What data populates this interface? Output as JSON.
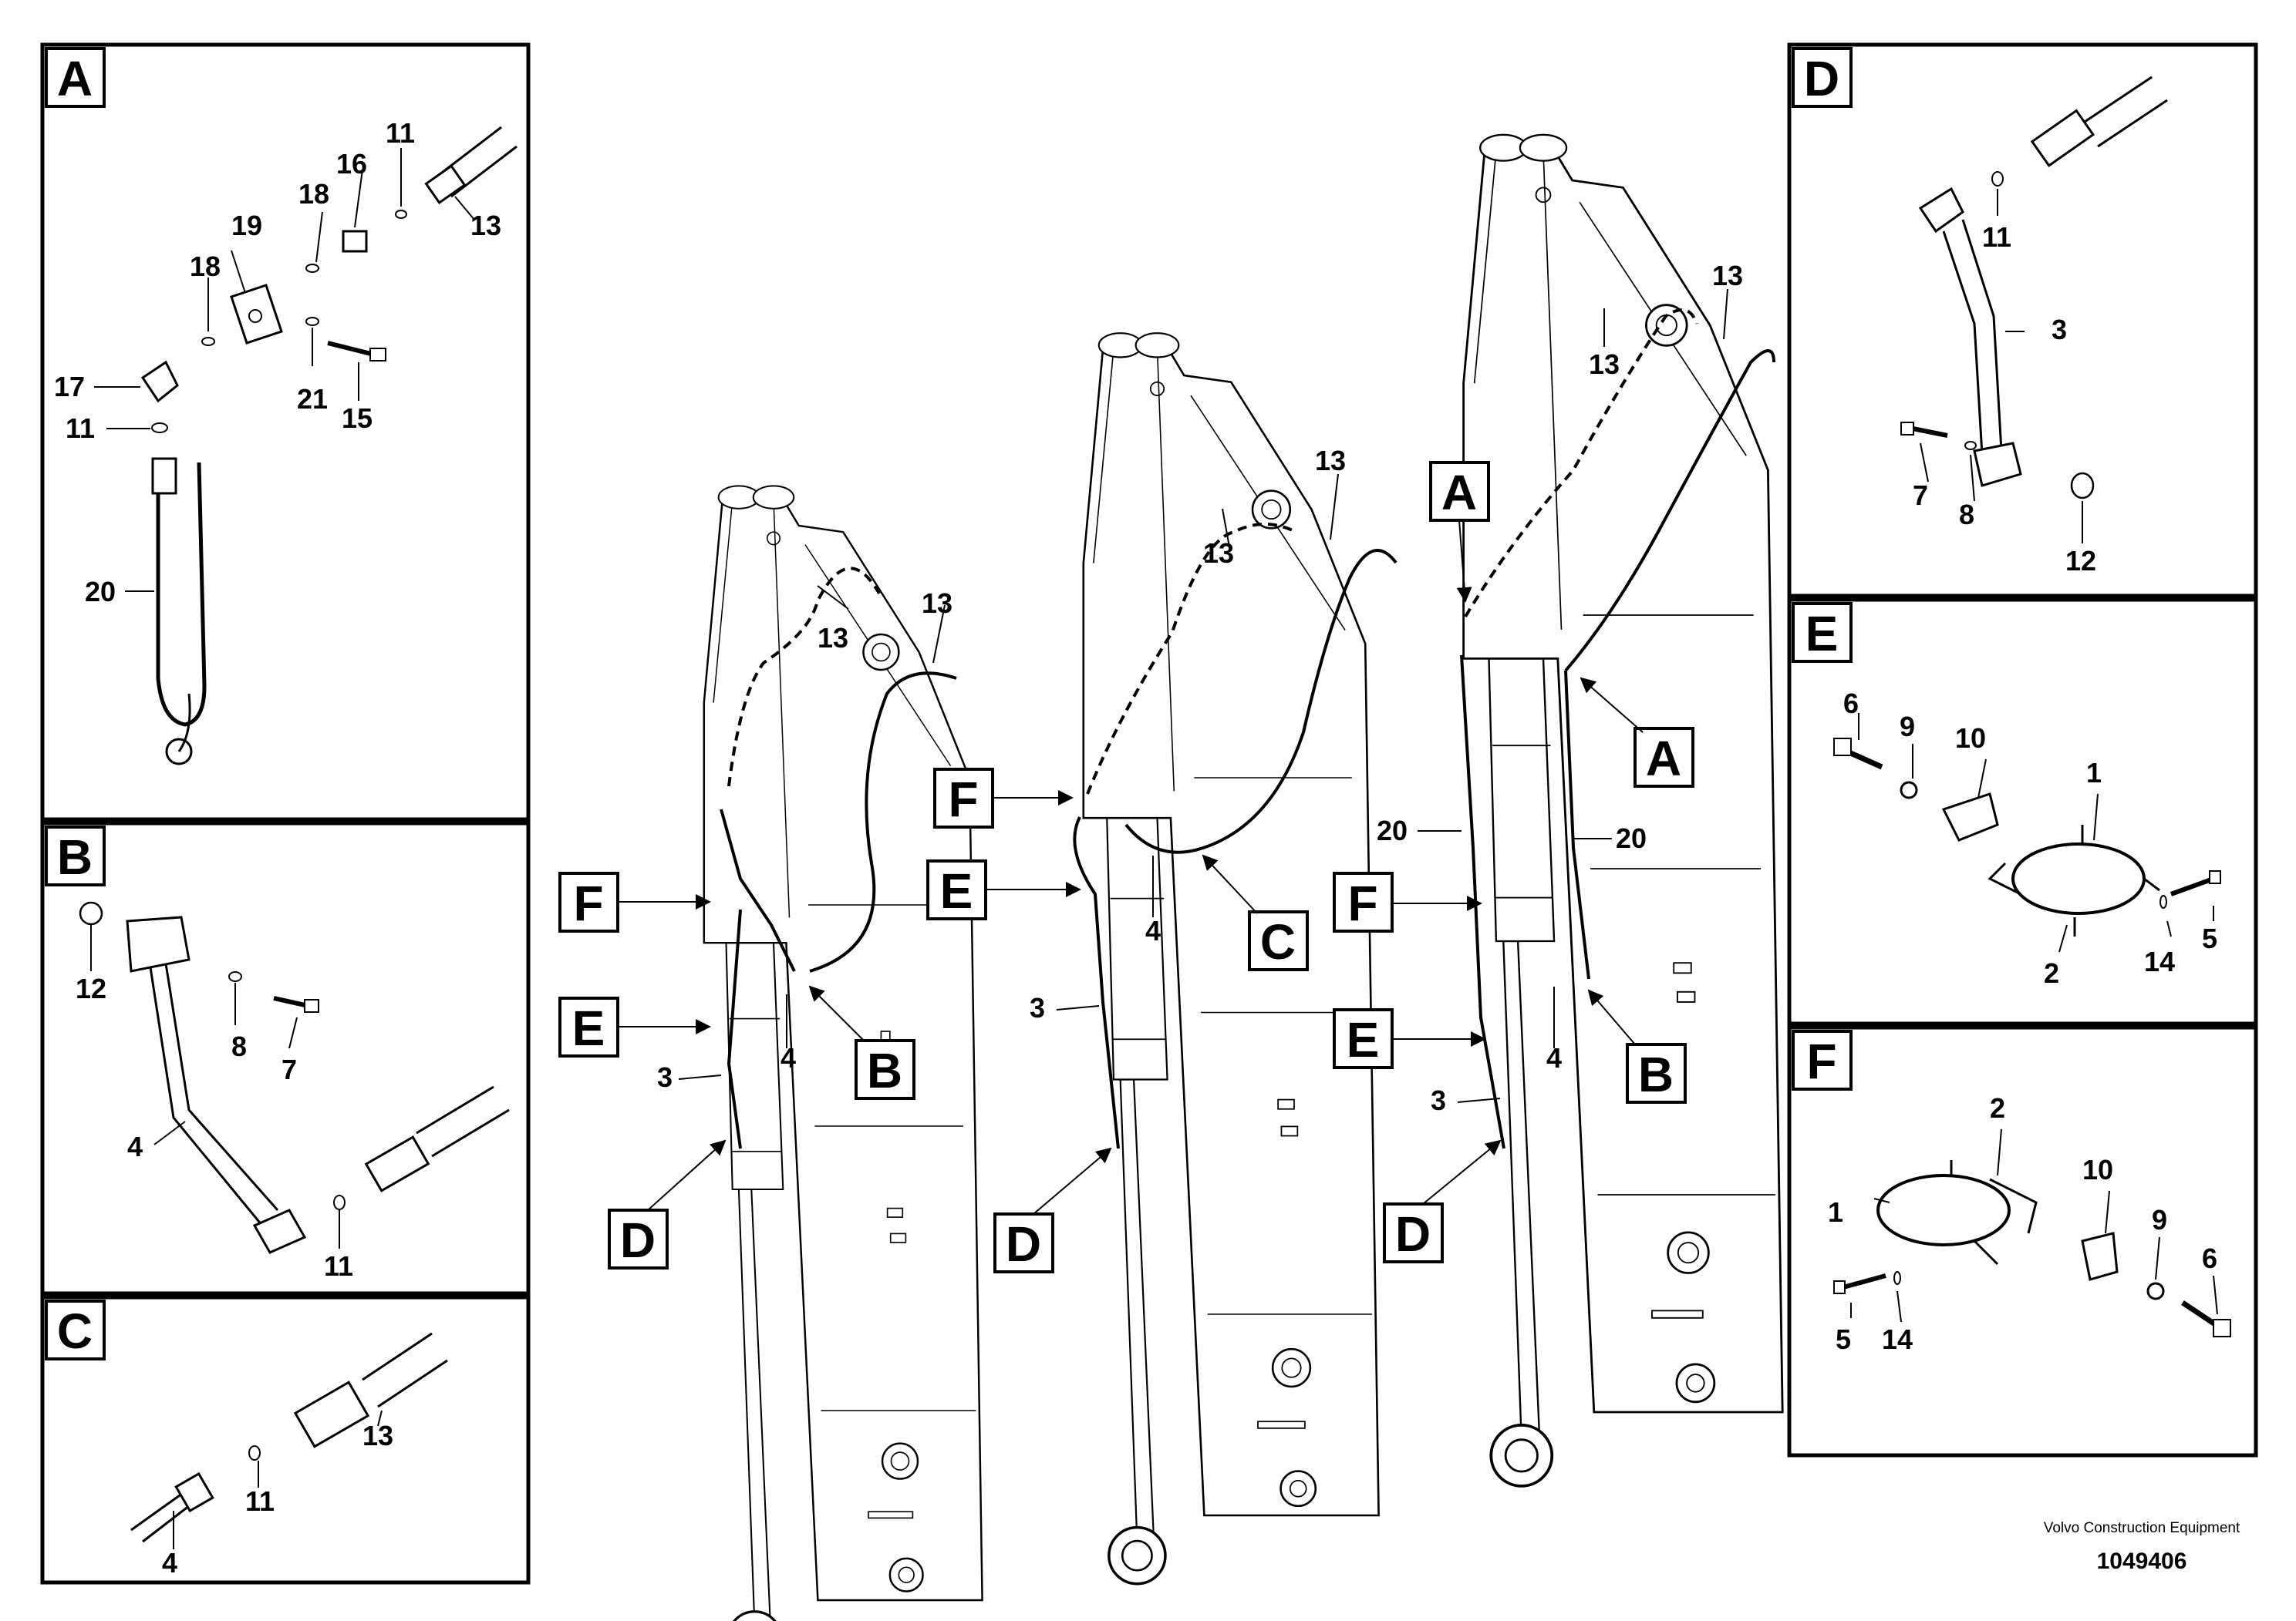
{
  "panels": {
    "A": {
      "label": "A",
      "callouts": [
        "11",
        "13",
        "16",
        "18",
        "19",
        "18",
        "17",
        "21",
        "15",
        "11",
        "20"
      ]
    },
    "B": {
      "label": "B",
      "callouts": [
        "12",
        "8",
        "7",
        "4",
        "11"
      ]
    },
    "C": {
      "label": "C",
      "callouts": [
        "13",
        "11",
        "4"
      ]
    },
    "D": {
      "label": "D",
      "callouts": [
        "11",
        "3",
        "7",
        "8",
        "12"
      ]
    },
    "E": {
      "label": "E",
      "callouts": [
        "6",
        "9",
        "10",
        "1",
        "5",
        "14",
        "2"
      ]
    },
    "F": {
      "label": "F",
      "callouts": [
        "2",
        "10",
        "1",
        "9",
        "6",
        "5",
        "14"
      ]
    }
  },
  "boom1": {
    "callouts": [
      "13",
      "13",
      "4",
      "3"
    ],
    "refs": [
      "F",
      "E",
      "B",
      "D"
    ]
  },
  "boom2": {
    "callouts": [
      "13",
      "13",
      "4",
      "3"
    ],
    "refs": [
      "F",
      "E",
      "C",
      "D"
    ]
  },
  "boom3": {
    "callouts": [
      "13",
      "13",
      "20",
      "20",
      "4",
      "3"
    ],
    "refs": [
      "A",
      "A",
      "F",
      "E",
      "B",
      "D"
    ]
  },
  "footer": {
    "company": "Volvo Construction Equipment",
    "document_number": "1049406"
  }
}
